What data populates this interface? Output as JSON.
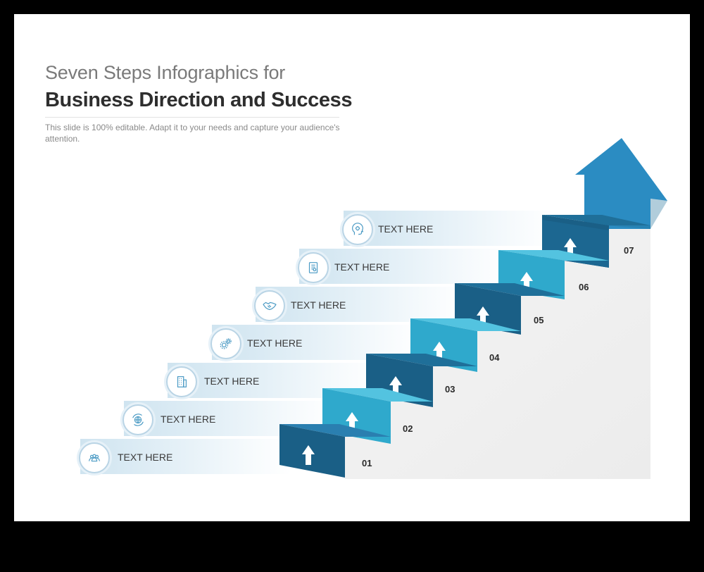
{
  "header": {
    "title_line1": "Seven Steps Infographics for",
    "title_line2": "Business Direction and Success",
    "subtitle": "This slide is 100% editable. Adapt it to your needs and capture your audience's attention."
  },
  "steps": [
    {
      "number": "01",
      "label": "TEXT HERE",
      "icon": "team-icon",
      "color": "#1f6f99"
    },
    {
      "number": "02",
      "label": "TEXT HERE",
      "icon": "globe-icon",
      "color": "#2fa9cc"
    },
    {
      "number": "03",
      "label": "TEXT HERE",
      "icon": "building-icon",
      "color": "#1f6f99"
    },
    {
      "number": "04",
      "label": "TEXT HERE",
      "icon": "gears-icon",
      "color": "#2fa9cc"
    },
    {
      "number": "05",
      "label": "TEXT HERE",
      "icon": "handshake-icon",
      "color": "#1f6f99"
    },
    {
      "number": "06",
      "label": "TEXT HERE",
      "icon": "document-icon",
      "color": "#2fa9cc"
    },
    {
      "number": "07",
      "label": "TEXT HERE",
      "icon": "head-gear-icon",
      "color": "#1f6f99"
    }
  ],
  "colors": {
    "dark_step": "#1f6f99",
    "light_step": "#2fa9cc",
    "arrow": "#2b8cc2",
    "wall": "#efefef"
  }
}
